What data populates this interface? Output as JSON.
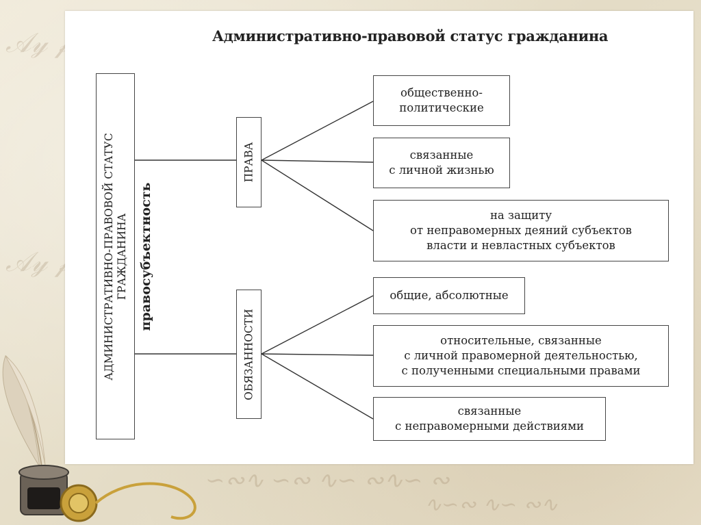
{
  "title": "Административно-правовой статус гражданина",
  "main_box": "АДМИНИСТРАТИВНО-ПРАВОВОЙ СТАТУС\nГРАЖДАНИНА",
  "connector_label": "правосубъектность",
  "rights": {
    "label": "ПРАВА",
    "items": [
      "общественно-\nполитические",
      "связанные\nс личной жизнью",
      "на защиту\nот неправомерных деяний субъектов\nвласти и невластных субъектов"
    ]
  },
  "duties": {
    "label": "ОБЯЗАННОСТИ",
    "items": [
      "общие, абсолютные",
      "относительные, связанные\nс личной правомерной деятельностью,\nс полученными специальными правами",
      "связанные\nс неправомерными действиями"
    ]
  },
  "colors": {
    "line": "#333333",
    "border": "#444444",
    "text": "#222222",
    "slide": "#ffffff"
  }
}
